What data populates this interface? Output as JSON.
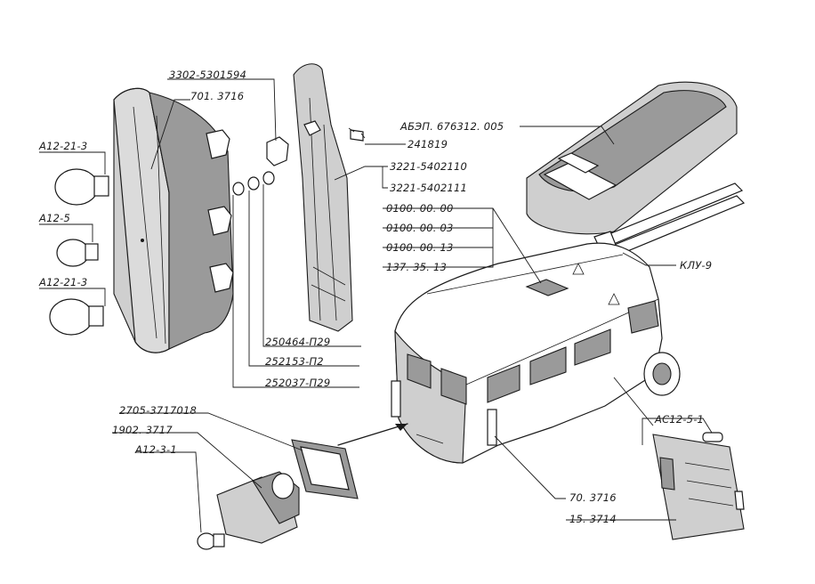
{
  "labels": {
    "bulb_a12_21_3_top": "A12-21-3",
    "bulb_a12_5": "A12-5",
    "bulb_a12_21_3_bottom": "A12-21-3",
    "lamp_housing": "701. 3716",
    "bracket": "3302-5301594",
    "screw": "241819",
    "seal_left": "3221-5402110",
    "seal_right": "3221-5402111",
    "washer_250464": "250464-П29",
    "washer_252153": "252153-П2",
    "washer_252037": "252037-П29",
    "roof_lamp": "АБЭП. 676312. 005",
    "roof_part_1": "0100. 00. 00",
    "roof_part_2": "0100. 00. 03",
    "roof_part_3": "0100. 00. 13",
    "roof_part_4": "137. 35. 13",
    "connector": "КЛУ-9",
    "plate_frame": "2705-3717018",
    "plate_lamp": "1902. 3717",
    "bulb_a12_3_1": "A12-3-1",
    "bulb_ac12_5_1": "AC12-5-1",
    "rear_lamp_assy": "70. 3716",
    "interior_lamp": "15. 3714"
  }
}
